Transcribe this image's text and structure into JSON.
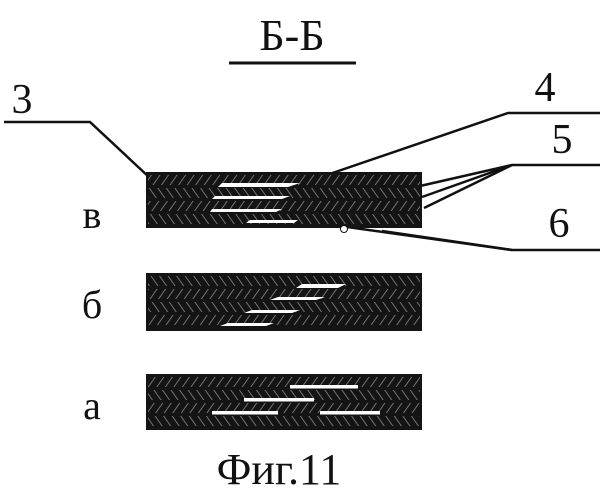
{
  "section_label": "Б-Б",
  "figure_caption": "Фиг.11",
  "part_labels": [
    {
      "id": "3",
      "text": "3"
    },
    {
      "id": "4",
      "text": "4"
    },
    {
      "id": "5",
      "text": "5"
    },
    {
      "id": "6",
      "text": "6"
    }
  ],
  "rows": [
    {
      "id": "v",
      "label": "в"
    },
    {
      "id": "b",
      "label": "б"
    },
    {
      "id": "a",
      "label": "а"
    }
  ],
  "colors": {
    "ink": "#111111",
    "background": "#ffffff",
    "gap": "#ffffff"
  }
}
